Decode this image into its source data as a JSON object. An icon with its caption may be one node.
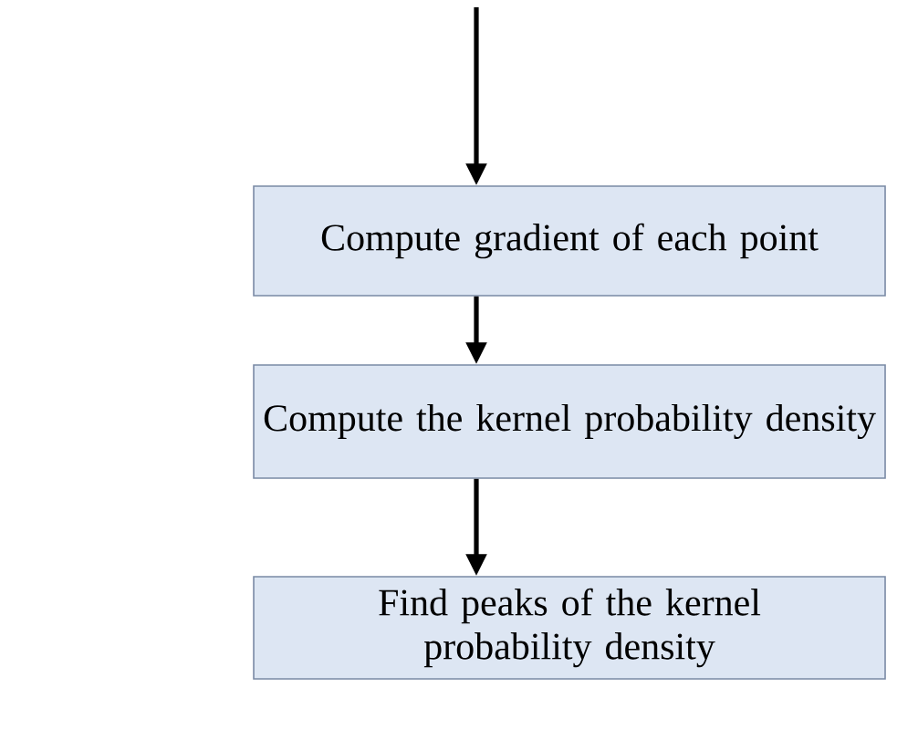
{
  "diagram": {
    "nodes": [
      {
        "text": [
          "Compute gradient of each point"
        ]
      },
      {
        "text": [
          "Compute the kernel probability density"
        ]
      },
      {
        "text": [
          "Find peaks of the kernel probability density"
        ]
      }
    ],
    "edges": [
      {
        "from": null,
        "to": 0,
        "arrow": "to"
      },
      {
        "from": 0,
        "to": 1,
        "arrow": "to"
      },
      {
        "from": 1,
        "to": 2,
        "arrow": "to"
      }
    ]
  }
}
